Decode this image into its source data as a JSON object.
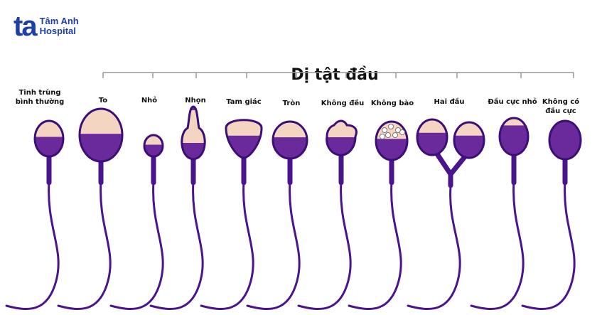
{
  "logo": {
    "mark": "ta",
    "line1": "Tâm Anh",
    "line2": "Hospital"
  },
  "title": "Dị tật đầu",
  "labels": [
    "Tinh trùng bình thường",
    "To",
    "Nhỏ",
    "Nhọn",
    "Tam giác",
    "Tròn",
    "Không đều",
    "Không bào",
    "Hai đầu",
    "Đầu cực nhỏ",
    "Không có đầu cực"
  ],
  "colors": {
    "head": "#6a2a9c",
    "outline": "#3c0f78",
    "cap": "#f4d5c2",
    "tail": "#4a148c",
    "brand": "#1e3fa6"
  }
}
